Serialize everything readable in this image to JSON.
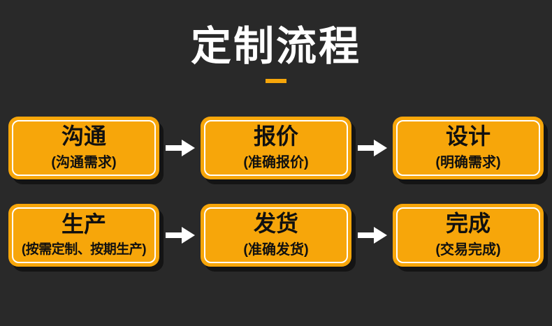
{
  "page": {
    "background_color": "#292929",
    "accent_color": "#F7A60A",
    "title_color": "#FFFFFF",
    "arrow_color": "#FFFFFF"
  },
  "header": {
    "title": "定制流程"
  },
  "steps": [
    {
      "title": "沟通",
      "subtitle": "(沟通需求)"
    },
    {
      "title": "报价",
      "subtitle": "(准确报价)"
    },
    {
      "title": "设计",
      "subtitle": "(明确需求)"
    },
    {
      "title": "生产",
      "subtitle": "(按需定制、按期生产)"
    },
    {
      "title": "发货",
      "subtitle": "(准确发货)"
    },
    {
      "title": "完成",
      "subtitle": "(交易完成)"
    }
  ],
  "icons": {
    "arrow": "right-arrow"
  }
}
